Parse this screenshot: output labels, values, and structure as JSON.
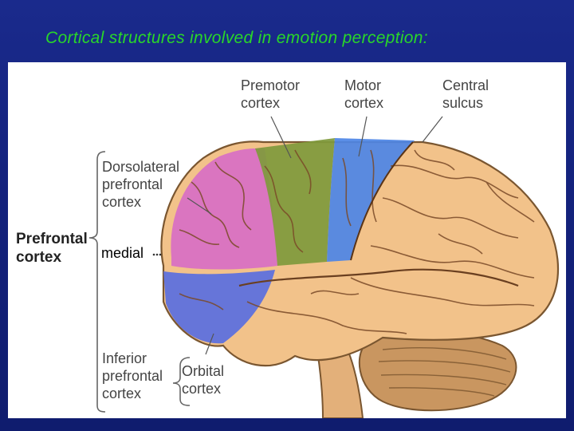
{
  "slide": {
    "title": "Cortical structures involved in emotion perception:"
  },
  "labels": {
    "premotor": "Premotor\ncortex",
    "motor": "Motor\ncortex",
    "central_sulcus": "Central\nsulcus",
    "dorsolateral": "Dorsolateral\nprefrontal\ncortex",
    "prefrontal": "Prefrontal\ncortex",
    "medial": "medial",
    "inferior": "Inferior\nprefrontal\ncortex",
    "orbital": "Orbital\ncortex"
  },
  "colors": {
    "dorsolateral": "#d86fc4",
    "premotor": "#7f9a3c",
    "motor": "#4d86e6",
    "inferior": "#5a6fe0",
    "brain": "#f2c28a",
    "cerebellum": "#c99660",
    "title": "#29d629",
    "background": "#14237e"
  }
}
